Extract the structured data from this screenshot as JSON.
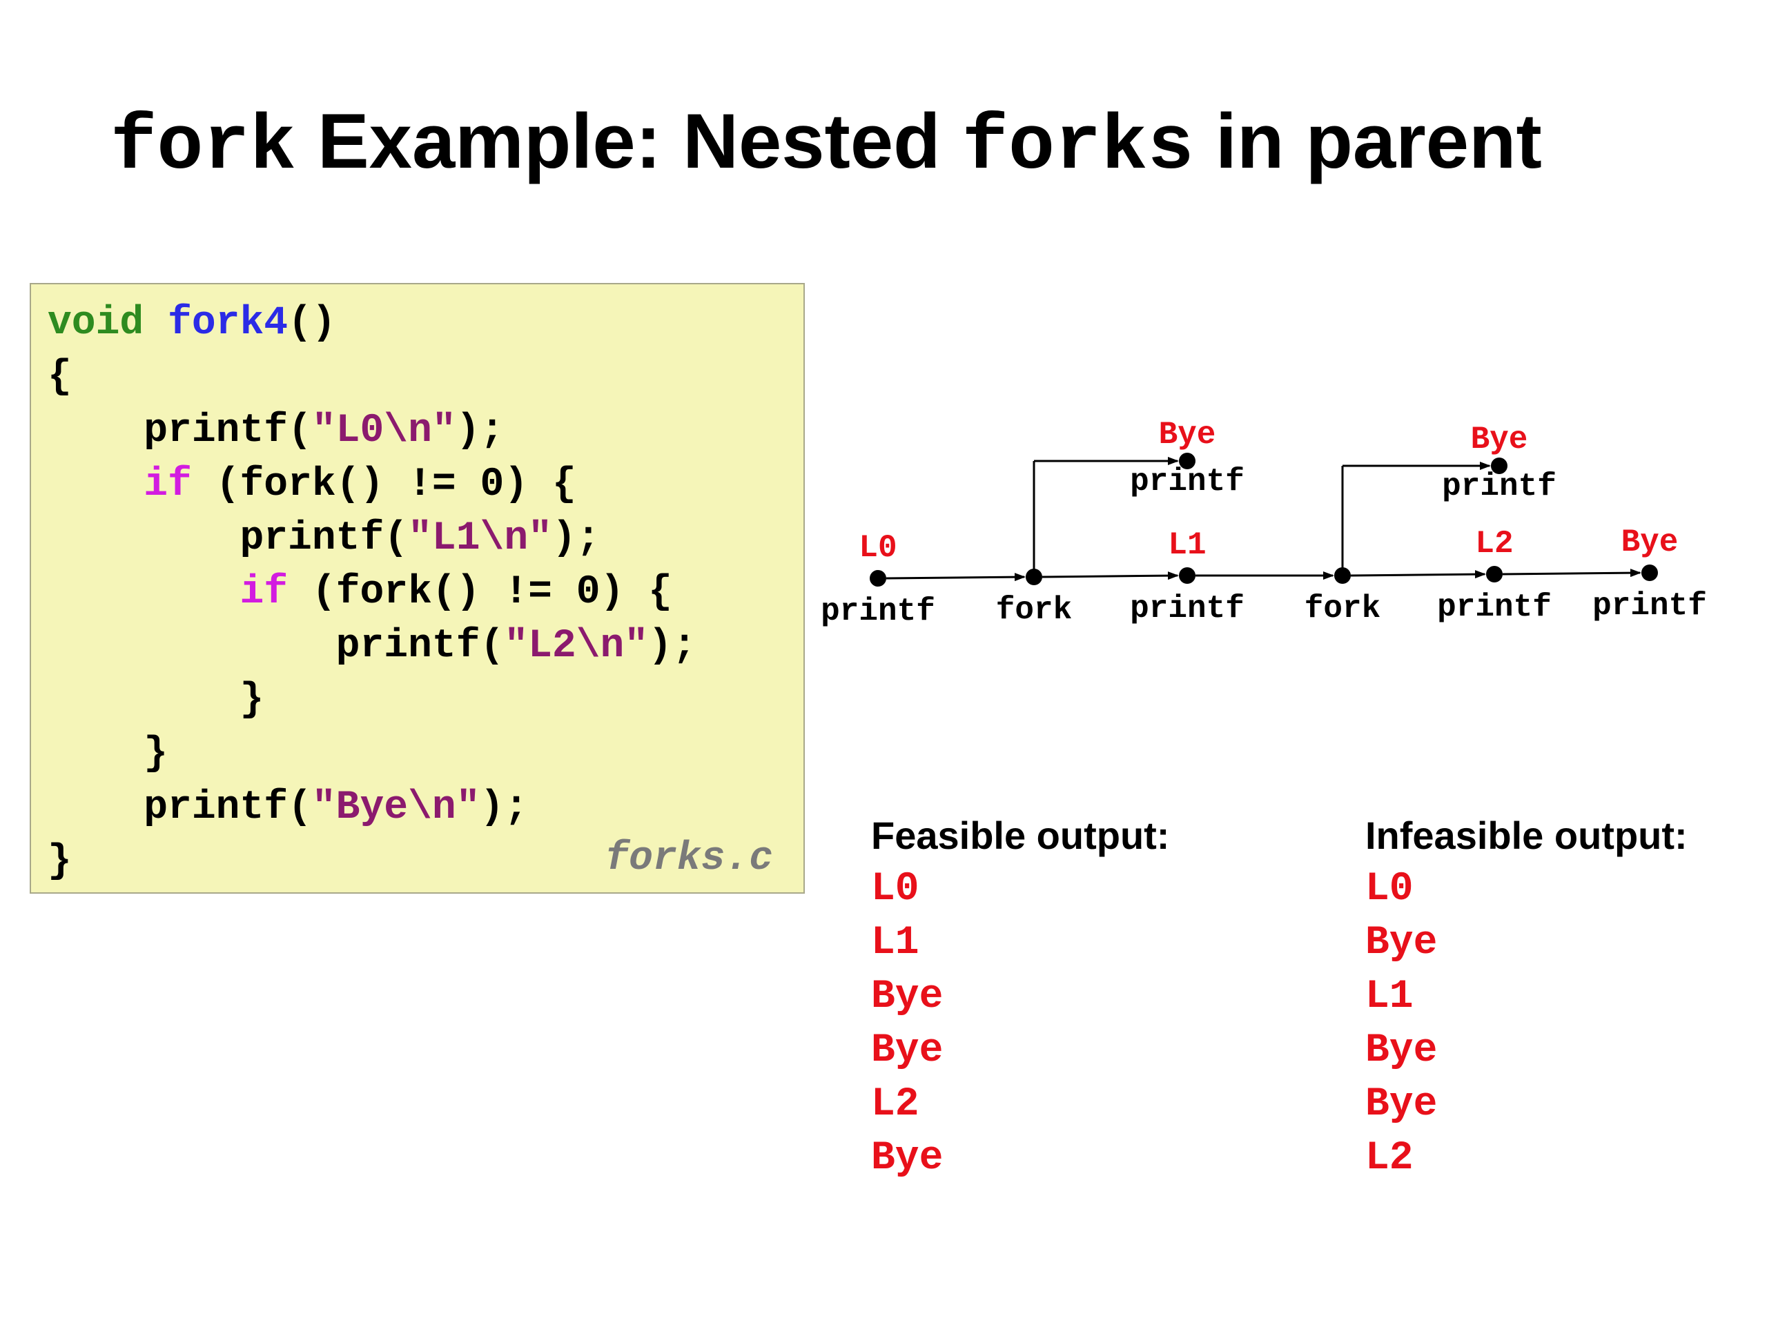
{
  "title": {
    "part1": "fork",
    "part2": " Example: Nested ",
    "part3": "forks",
    "part4": " in parent"
  },
  "code": {
    "lines": [
      {
        "segments": [
          {
            "t": "void ",
            "c": "kw-type"
          },
          {
            "t": "fork4",
            "c": "kw-fn"
          },
          {
            "t": "()",
            "c": ""
          }
        ]
      },
      {
        "segments": [
          {
            "t": "{",
            "c": ""
          }
        ]
      },
      {
        "segments": [
          {
            "t": "    printf(",
            "c": ""
          },
          {
            "t": "\"L0\\n\"",
            "c": "str"
          },
          {
            "t": ");",
            "c": ""
          }
        ]
      },
      {
        "segments": [
          {
            "t": "    ",
            "c": ""
          },
          {
            "t": "if",
            "c": "kw-if"
          },
          {
            "t": " (fork() != 0) {",
            "c": ""
          }
        ]
      },
      {
        "segments": [
          {
            "t": "        printf(",
            "c": ""
          },
          {
            "t": "\"L1\\n\"",
            "c": "str"
          },
          {
            "t": ");",
            "c": ""
          }
        ]
      },
      {
        "segments": [
          {
            "t": "        ",
            "c": ""
          },
          {
            "t": "if",
            "c": "kw-if"
          },
          {
            "t": " (fork() != 0) {",
            "c": ""
          }
        ]
      },
      {
        "segments": [
          {
            "t": "            printf(",
            "c": ""
          },
          {
            "t": "\"L2\\n\"",
            "c": "str"
          },
          {
            "t": ");",
            "c": ""
          }
        ]
      },
      {
        "segments": [
          {
            "t": "        }",
            "c": ""
          }
        ]
      },
      {
        "segments": [
          {
            "t": "    }",
            "c": ""
          }
        ]
      },
      {
        "segments": [
          {
            "t": "    printf(",
            "c": ""
          },
          {
            "t": "\"Bye\\n\"",
            "c": "str"
          },
          {
            "t": ");",
            "c": ""
          }
        ]
      },
      {
        "segments": [
          {
            "t": "}",
            "c": ""
          }
        ]
      }
    ],
    "filename": "forks.c"
  },
  "graph": {
    "main_nodes": [
      {
        "id": "n0",
        "label": "printf",
        "output": "L0"
      },
      {
        "id": "n1",
        "label": "fork",
        "output": ""
      },
      {
        "id": "n2",
        "label": "printf",
        "output": "L1"
      },
      {
        "id": "n3",
        "label": "fork",
        "output": ""
      },
      {
        "id": "n4",
        "label": "printf",
        "output": "L2"
      },
      {
        "id": "n5",
        "label": "printf",
        "output": "Bye"
      }
    ],
    "child_nodes": [
      {
        "id": "c1",
        "label": "printf",
        "output": "Bye",
        "parent": "n1"
      },
      {
        "id": "c2",
        "label": "printf",
        "output": "Bye",
        "parent": "n3"
      }
    ]
  },
  "feasible": {
    "header": "Feasible output:",
    "items": [
      "L0",
      "L1",
      "Bye",
      "Bye",
      "L2",
      "Bye"
    ]
  },
  "infeasible": {
    "header": "Infeasible output:",
    "items": [
      "L0",
      "Bye",
      "L1",
      "Bye",
      "Bye",
      "L2"
    ]
  },
  "colors": {
    "output_red": "#e8101a",
    "code_bg": "#f5f5b8",
    "keyword_green": "#2e8b20",
    "keyword_blue": "#2b2be6",
    "keyword_magenta": "#d21ce0",
    "string_purple": "#8b1a6e"
  }
}
